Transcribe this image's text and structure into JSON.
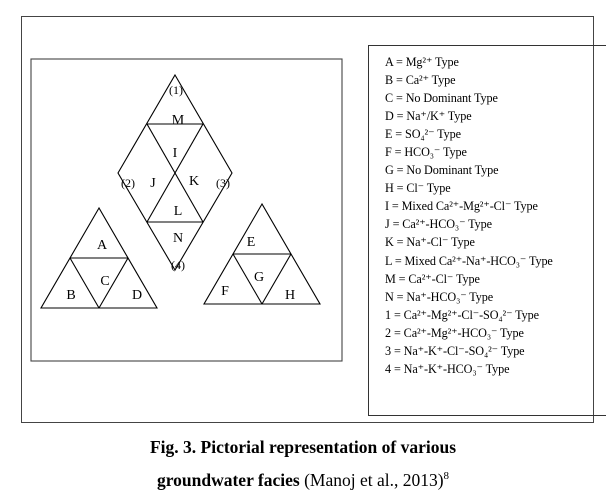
{
  "diagram": {
    "cells": {
      "A": "A",
      "B": "B",
      "C": "C",
      "D": "D",
      "E": "E",
      "F": "F",
      "G": "G",
      "H": "H",
      "I": "I",
      "J": "J",
      "K": "K",
      "L": "L",
      "M": "M",
      "N": "N",
      "n1": "(1)",
      "n2": "(2)",
      "n3": "(3)",
      "n4": "(4)"
    }
  },
  "legend": {
    "items": [
      "A = Mg²⁺ Type",
      "B = Ca²⁺ Type",
      "C = No Dominant Type",
      "D = Na⁺/K⁺ Type",
      "E = SO₄²⁻ Type",
      "F = HCO₃⁻ Type",
      "G = No Dominant Type",
      "H = Cl⁻ Type",
      "I = Mixed Ca²⁺-Mg²⁺-Cl⁻ Type",
      "J = Ca²⁺-HCO₃⁻ Type",
      "K = Na⁺-Cl⁻ Type",
      "L = Mixed Ca²⁺-Na⁺-HCO₃⁻ Type",
      "M = Ca²⁺-Cl⁻ Type",
      "N = Na⁺-HCO₃⁻ Type",
      "1 = Ca²⁺-Mg²⁺-Cl⁻-SO₄²⁻ Type",
      "2 = Ca²⁺-Mg²⁺-HCO₃⁻ Type",
      "3 = Na⁺-K⁺-Cl⁻-SO₄²⁻ Type",
      "4 = Na⁺-K⁺-HCO₃⁻ Type"
    ]
  },
  "caption": {
    "line1": "Fig. 3. Pictorial representation of various",
    "line2_bold": "groundwater facies",
    "line2_normal": " (Manoj et al., 2013)",
    "line2_ref": "8"
  }
}
